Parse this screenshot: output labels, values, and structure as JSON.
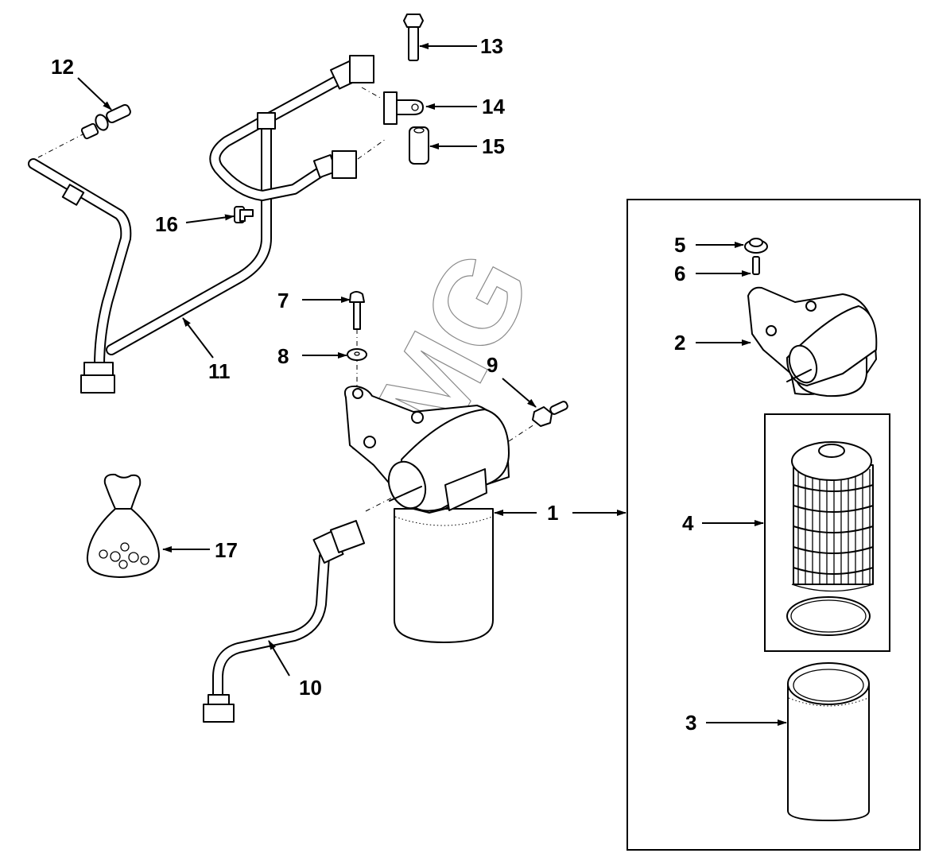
{
  "diagram": {
    "type": "exploded parts diagram",
    "subject": "fuel filter assembly",
    "watermark": "JMG",
    "callouts": [
      {
        "id": "1",
        "part": "filter-assembly"
      },
      {
        "id": "2",
        "part": "filter-head"
      },
      {
        "id": "3",
        "part": "filter-bowl"
      },
      {
        "id": "4",
        "part": "filter-element-kit"
      },
      {
        "id": "5",
        "part": "cap-nut"
      },
      {
        "id": "6",
        "part": "pin"
      },
      {
        "id": "7",
        "part": "bolt"
      },
      {
        "id": "8",
        "part": "washer"
      },
      {
        "id": "9",
        "part": "sensor-fitting"
      },
      {
        "id": "10",
        "part": "fuel-line-lower"
      },
      {
        "id": "11",
        "part": "fuel-line-harness"
      },
      {
        "id": "12",
        "part": "connector-fitting"
      },
      {
        "id": "13",
        "part": "flange-bolt"
      },
      {
        "id": "14",
        "part": "p-clip"
      },
      {
        "id": "15",
        "part": "spacer"
      },
      {
        "id": "16",
        "part": "hose-clip"
      },
      {
        "id": "17",
        "part": "hardware-kit-bag"
      }
    ]
  }
}
